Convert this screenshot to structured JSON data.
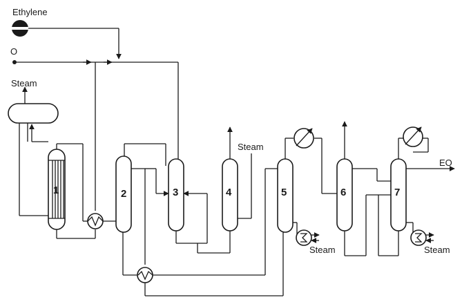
{
  "labels": {
    "ethylene": "Ethylene",
    "oxygen": "O",
    "steam_drum": "Steam",
    "steam_col4": "Steam",
    "steam_col5": "Steam",
    "steam_col7": "Steam",
    "product": "EO"
  },
  "units": [
    {
      "id": "1"
    },
    {
      "id": "2"
    },
    {
      "id": "3"
    },
    {
      "id": "4"
    },
    {
      "id": "5"
    },
    {
      "id": "6"
    },
    {
      "id": "7"
    }
  ],
  "icons": [
    "compressor-icon",
    "heat-exchanger-icon",
    "condenser-icon",
    "reboiler-icon",
    "arrow-icon"
  ]
}
